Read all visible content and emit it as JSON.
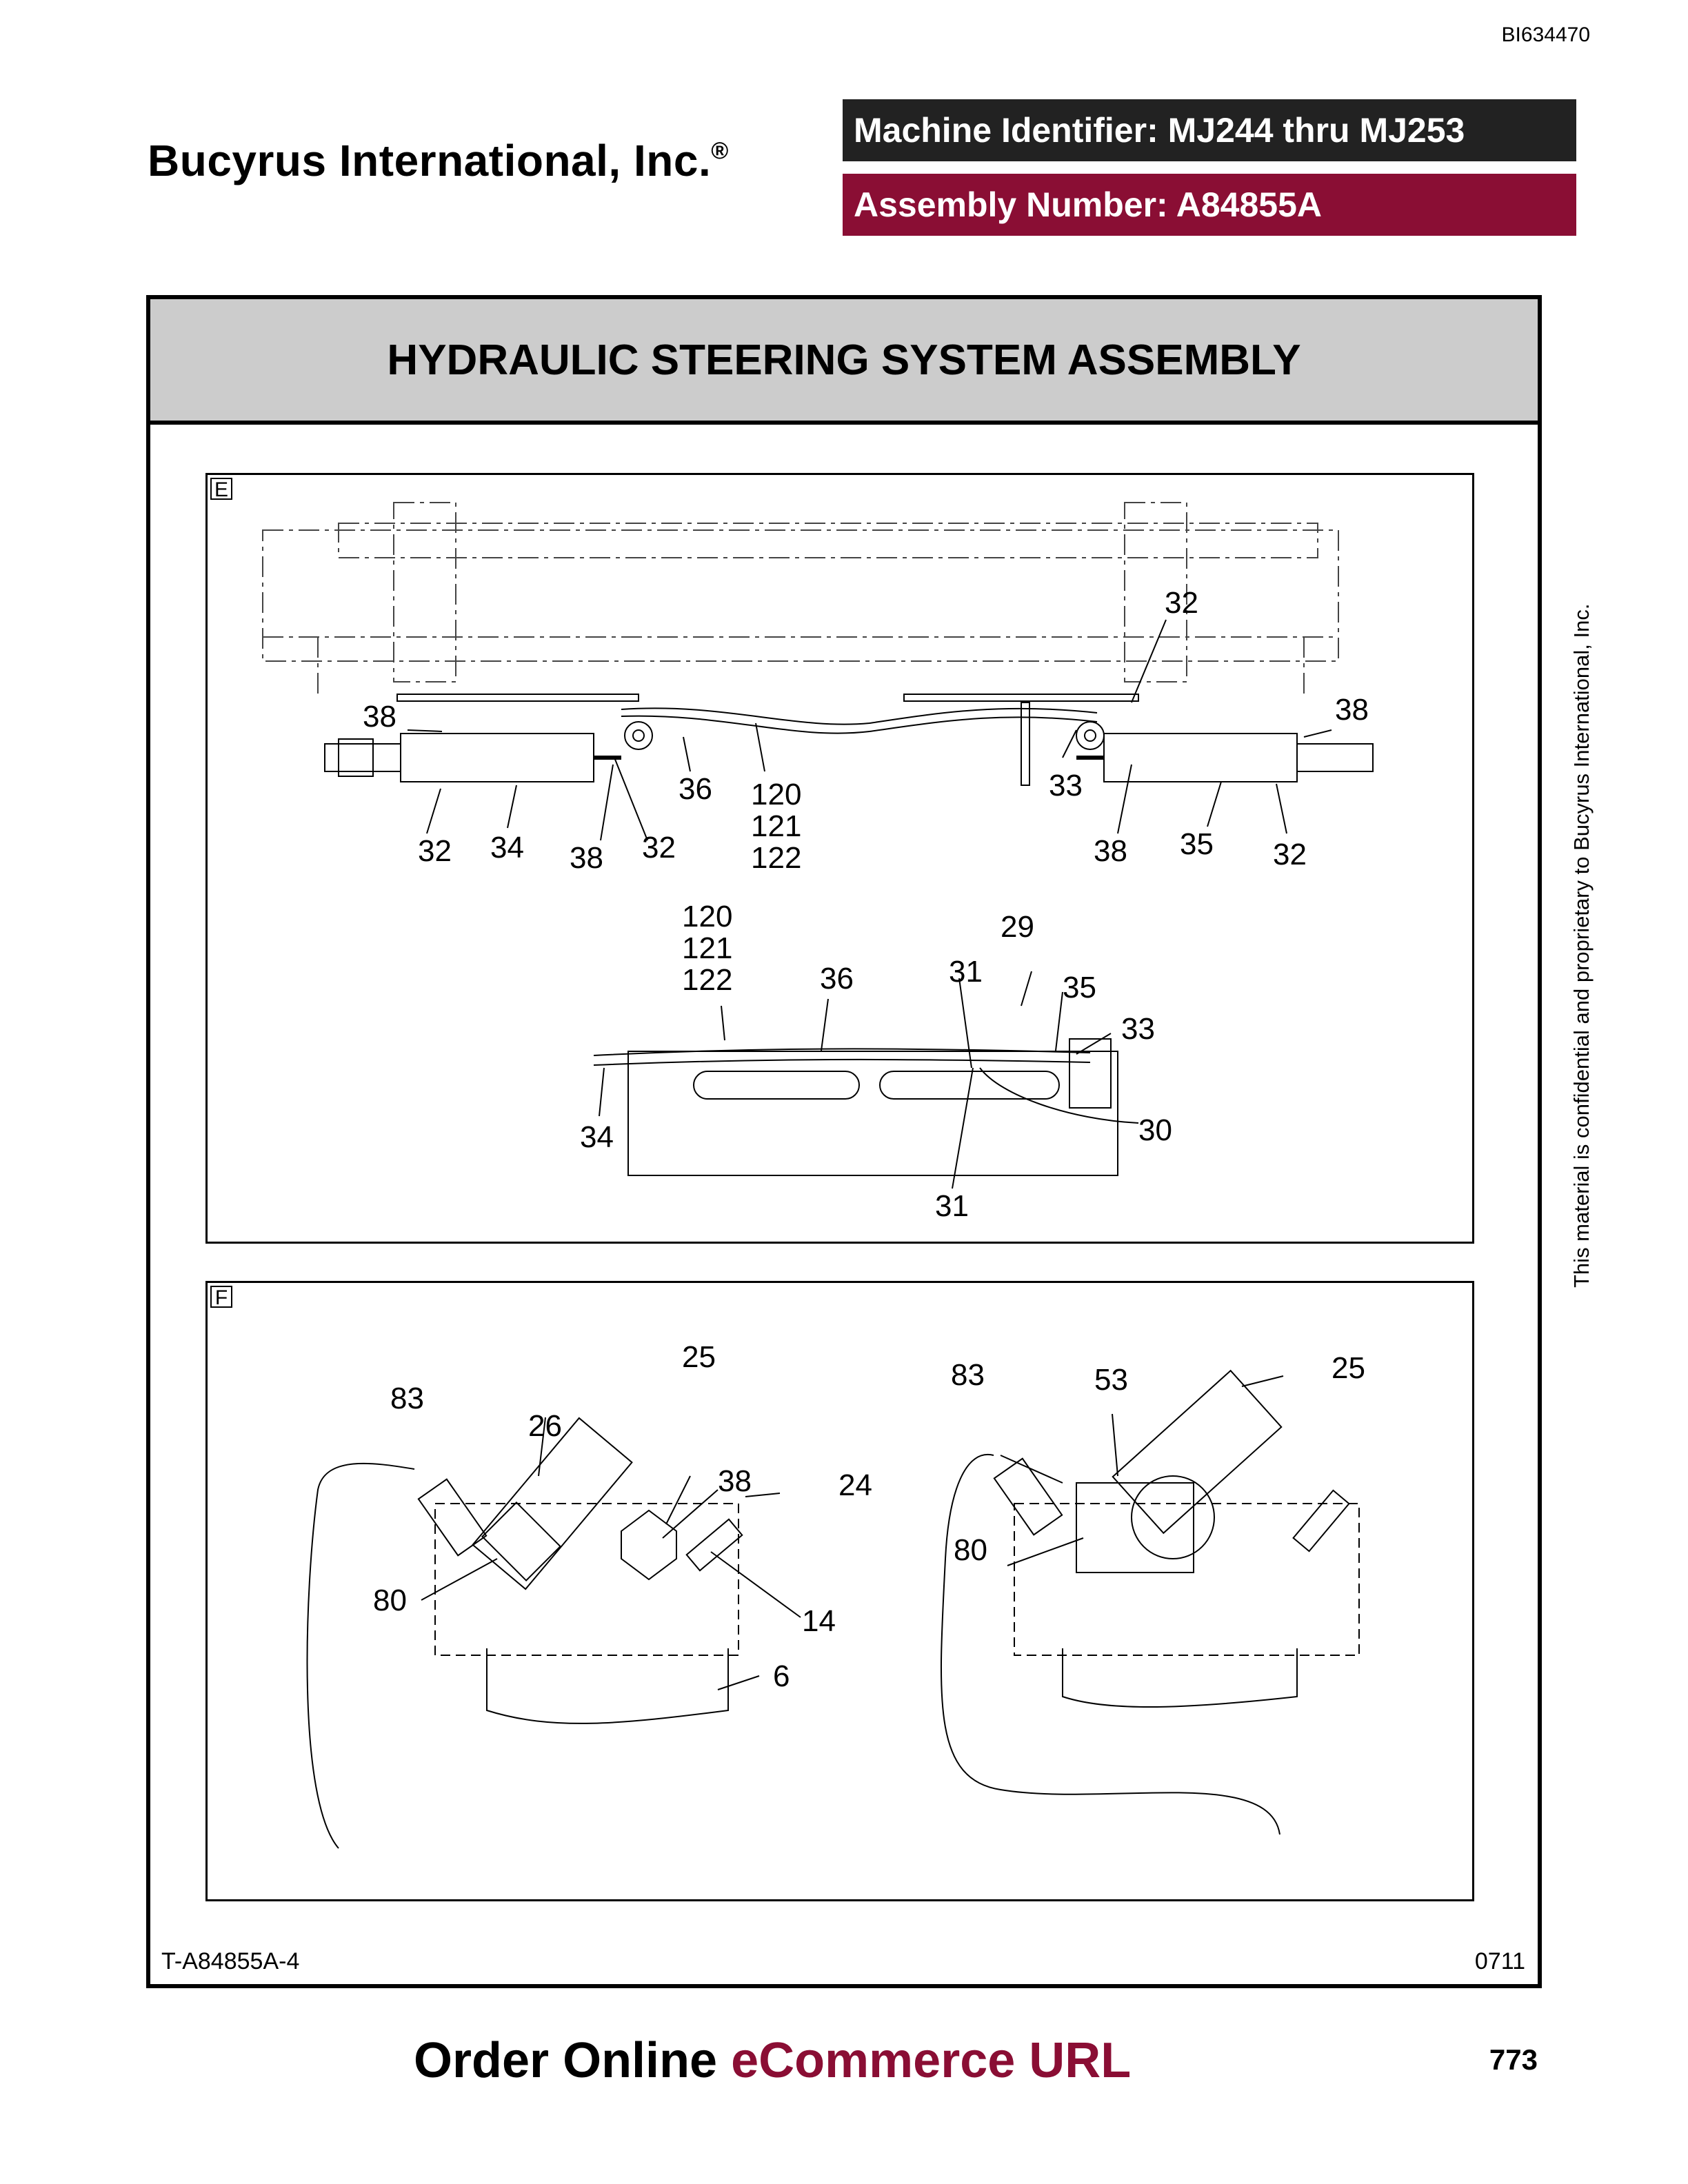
{
  "header": {
    "document_id": "BI634470",
    "company": "Bucyrus International, Inc.",
    "registered_mark": "®",
    "machine_identifier": "Machine Identifier: MJ244 thru MJ253",
    "assembly_number": "Assembly Number: A84855A",
    "colors": {
      "machine_bar": "#222222",
      "assembly_bar": "#8a0e34"
    }
  },
  "title": "HYDRAULIC STEERING SYSTEM ASSEMBLY",
  "panels": [
    {
      "tag": "E",
      "callouts": [
        "32",
        "38",
        "38",
        "32",
        "34",
        "38",
        "32",
        "36",
        "120",
        "121",
        "122",
        "33",
        "38",
        "35",
        "32",
        "120",
        "121",
        "122",
        "36",
        "29",
        "31",
        "35",
        "33",
        "34",
        "30",
        "31"
      ]
    },
    {
      "tag": "F",
      "callouts": [
        "25",
        "83",
        "26",
        "38",
        "24",
        "80",
        "14",
        "6",
        "83",
        "53",
        "25",
        "80"
      ]
    }
  ],
  "footer": {
    "drawing_number": "T-A84855A-4",
    "revision": "0711"
  },
  "side_note": "This material is confidential and proprietary to Bucyrus International, Inc.",
  "order_link": {
    "part1": "Order Online ",
    "part2": "eCommerce URL"
  },
  "page_number": "773"
}
